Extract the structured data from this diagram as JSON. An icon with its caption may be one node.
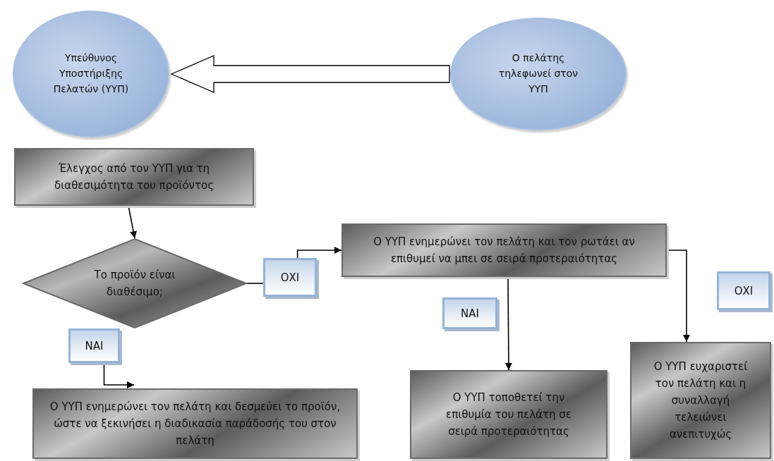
{
  "diagram": {
    "nodes": [
      {
        "text": [
          "Υπεύθυνος Υποστήριξης Πελατών (ΥΥΠ)"
        ]
      },
      {
        "text": [
          "Ο πελάτης τηλεφωνεί στον ΥΥΠ"
        ]
      },
      {
        "text": [
          "Έλεγχος από τον ΥΥΠ για τη διαθεσιμότητα του προϊόντος"
        ]
      },
      {
        "text": [
          "Το προϊόν είναι διαθέσιμο;"
        ]
      },
      {
        "text": [
          "ΟΧΙ"
        ]
      },
      {
        "text": [
          "Ο ΥΥΠ ενημερώνει τον πελάτη και τον ρωτάει αν επιθυμεί να μπει σε σειρά προτεραιότητας"
        ]
      },
      {
        "text": [
          "ΝΑΙ"
        ]
      },
      {
        "text": [
          "Ο ΥΥΠ ενημερώνει τον πελάτη και δεσμεύει το προϊόν, ώστε να ξεκινήσει η διαδικασία παράδοσής του στον πελάτη"
        ]
      },
      {
        "text": [
          "ΝΑΙ"
        ]
      },
      {
        "text": [
          "Ο ΥΥΠ τοποθετεί την επιθυμία του πελάτη σε σειρά προτεραιότητας"
        ]
      },
      {
        "text": [
          "ΟΧΙ"
        ]
      },
      {
        "text": [
          "Ο ΥΥΠ ευχαριστεί τον πελάτη και η συναλλαγή τελειώνει ανεπιτυχώς"
        ]
      }
    ],
    "edges": [
      {
        "from": 1,
        "to": 0,
        "arrow": "to",
        "style": "thick"
      },
      {
        "from": 2,
        "to": 3,
        "arrow": "to"
      },
      {
        "from": 3,
        "to": 4,
        "arrow": "none"
      },
      {
        "from": 4,
        "to": 5,
        "arrow": "to"
      },
      {
        "from": 5,
        "to": 9,
        "arrow": "to"
      },
      {
        "from": 5,
        "to": 11,
        "arrow": "to"
      },
      {
        "from": 6,
        "to": 7,
        "arrow": "to"
      }
    ]
  }
}
